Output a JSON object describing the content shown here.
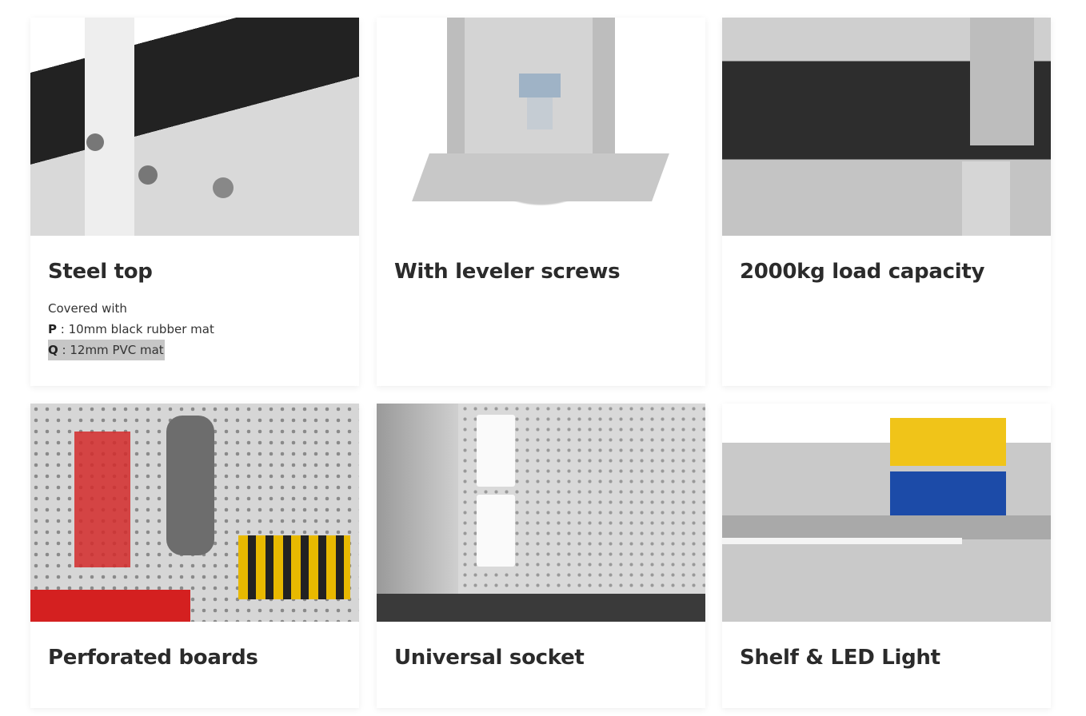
{
  "cards": [
    {
      "title": "Steel top",
      "description": {
        "intro": "Covered with",
        "options": [
          {
            "key": "P",
            "sep": " : ",
            "text": "10mm black rubber mat"
          },
          {
            "key": "Q",
            "sep": " : ",
            "text": "12mm PVC mat"
          }
        ]
      }
    },
    {
      "title": "With leveler screws"
    },
    {
      "title": "2000kg load capacity"
    },
    {
      "title": "Perforated boards"
    },
    {
      "title": "Universal socket"
    },
    {
      "title": "Shelf & LED Light"
    }
  ]
}
